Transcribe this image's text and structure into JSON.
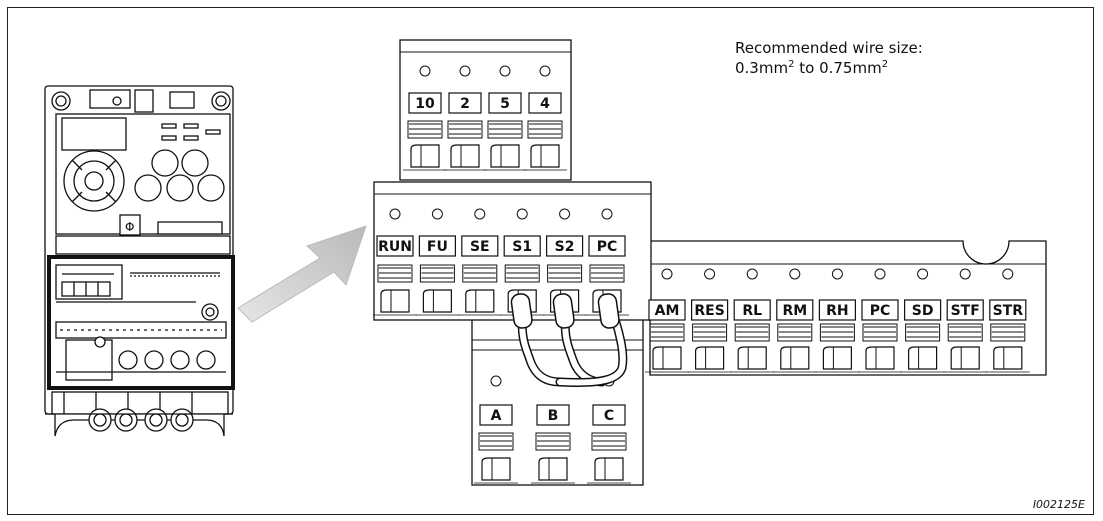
{
  "note": {
    "line1": "Recommended wire size:",
    "line2_prefix": "0.3mm",
    "line2_sup1": "2",
    "line2_mid": " to 0.75mm",
    "line2_sup2": "2"
  },
  "figure_code": "I002125E",
  "terminal_blocks": {
    "analog": [
      "10",
      "2",
      "5",
      "4"
    ],
    "relay_upper": [
      "RUN",
      "FU",
      "SE",
      "S1",
      "S2",
      "PC"
    ],
    "contact": [
      "A",
      "B",
      "C"
    ],
    "input": [
      "AM",
      "RES",
      "RL",
      "RM",
      "RH",
      "PC",
      "SD",
      "STF",
      "STR"
    ]
  }
}
